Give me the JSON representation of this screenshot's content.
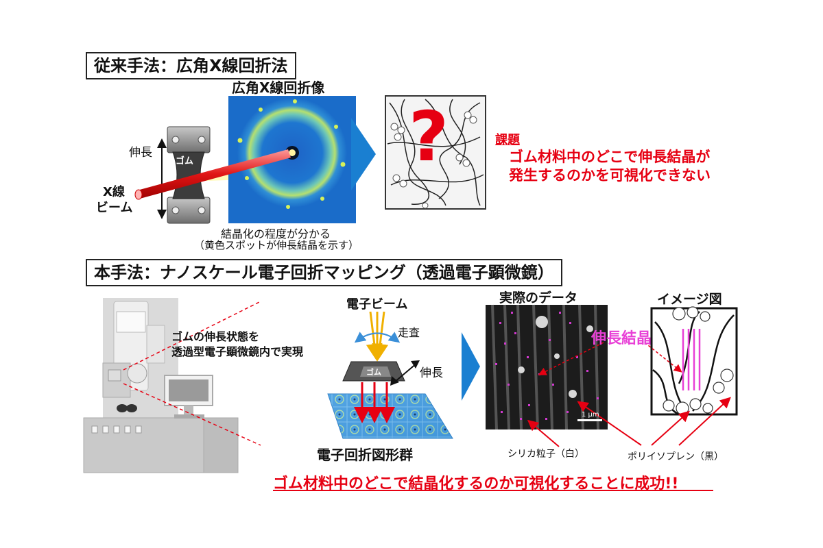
{
  "section1": {
    "title": "従来手法：広角X線回折法",
    "pattern_title": "広角X線回折像",
    "stretch_label": "伸長",
    "rubber_label": "ゴム",
    "xray_label_1": "X線",
    "xray_label_2": "ビーム",
    "caption_1": "結晶化の程度が分かる",
    "caption_2": "（黄色スポットが伸長結晶を示す）",
    "issue_title": "課題",
    "issue_line_1": "ゴム材料中のどこで伸長結晶が",
    "issue_line_2": "発生するのかを可視化できない"
  },
  "section2": {
    "title": "本手法：ナノスケール電子回折マッピング（透過電子顕微鏡）",
    "tem_caption_1": "ゴムの伸長状態を",
    "tem_caption_2": "透過型電子顕微鏡内で実現",
    "beam_label": "電子ビーム",
    "scan_label": "走査",
    "stretch_label": "伸長",
    "rubber_label": "ゴム",
    "pattern_group_label": "電子回折図形群",
    "real_data_title": "実際のデータ",
    "image_title": "イメージ図",
    "crystal_label": "伸長結晶",
    "scale_label": "1 μm",
    "silica_label": "シリカ粒子（白）",
    "polyisoprene_label": "ポリイソプレン（黒）",
    "conclusion": "ゴム材料中のどこで結晶化するのか可視化することに成功!!"
  },
  "colors": {
    "accent_red": "#e60012",
    "crystal_magenta": "#e83fd6",
    "arrow_blue": "#1a7fd1",
    "pattern_blue": "#1565c0"
  }
}
